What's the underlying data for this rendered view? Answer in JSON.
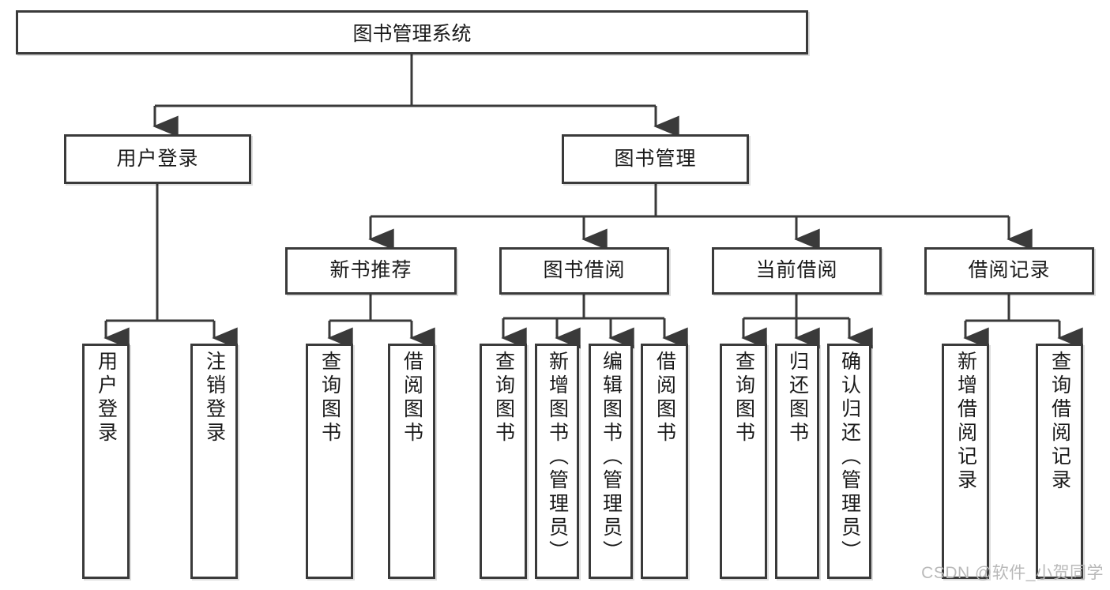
{
  "diagram": {
    "title": "图书管理系统",
    "type": "tree-hierarchy-chart",
    "watermark": "CSDN @软件_小贺同学",
    "colors": {
      "border": "#3a3a3a",
      "background": "#ffffff",
      "text": "#1a1a1a",
      "watermark": "#b9b9b9"
    },
    "root": {
      "label": "图书管理系统"
    },
    "level2": [
      {
        "id": "user-login",
        "label": "用户登录"
      },
      {
        "id": "book-manage",
        "label": "图书管理"
      }
    ],
    "level3": [
      {
        "id": "new-book-rec",
        "label": "新书推荐"
      },
      {
        "id": "book-borrow",
        "label": "图书借阅"
      },
      {
        "id": "current-borrow",
        "label": "当前借阅"
      },
      {
        "id": "borrow-record",
        "label": "借阅记录"
      }
    ],
    "leaves": {
      "user_login": [
        {
          "id": "leaf-user-login",
          "label": "用户登录"
        },
        {
          "id": "leaf-logout-login",
          "label": "注销登录"
        }
      ],
      "new_book_rec": [
        {
          "id": "leaf-query-book-1",
          "label": "查询图书"
        },
        {
          "id": "leaf-borrow-book-1",
          "label": "借阅图书"
        }
      ],
      "book_borrow": [
        {
          "id": "leaf-query-book-2",
          "label": "查询图书"
        },
        {
          "id": "leaf-add-book",
          "label": "新增图书（管理员）"
        },
        {
          "id": "leaf-edit-book",
          "label": "编辑图书（管理员）"
        },
        {
          "id": "leaf-borrow-book-2",
          "label": "借阅图书"
        }
      ],
      "current_borrow": [
        {
          "id": "leaf-query-book-3",
          "label": "查询图书"
        },
        {
          "id": "leaf-return-book",
          "label": "归还图书"
        },
        {
          "id": "leaf-confirm-return",
          "label": "确认归还（管理员）"
        }
      ],
      "borrow_record": [
        {
          "id": "leaf-add-record",
          "label": "新增借阅记录"
        },
        {
          "id": "leaf-query-record",
          "label": "查询借阅记录"
        }
      ]
    }
  }
}
